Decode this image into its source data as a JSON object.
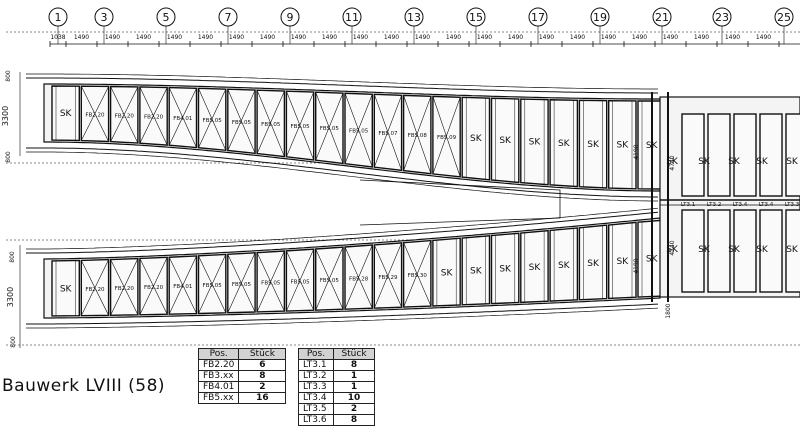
{
  "title": "Bauwerk LVIII (58)",
  "axes": [
    "1",
    "3",
    "5",
    "7",
    "9",
    "11",
    "13",
    "15",
    "17",
    "19",
    "21",
    "23",
    "25"
  ],
  "spacing": [
    "1038",
    "1490",
    "1490",
    "1490",
    "1490",
    "1490",
    "1490",
    "1490",
    "1490",
    "1490",
    "1490",
    "1490",
    "1490",
    "1490",
    "1490",
    "1490",
    "1490",
    "1490",
    "1490",
    "1490",
    "1490",
    "1490",
    "1490",
    "1490",
    "1490"
  ],
  "upper_labels": [
    "SK",
    "FB2.20",
    "FB2.20",
    "FB2.20",
    "FB4.01",
    "FB5.05",
    "FB5.05",
    "FB5.05",
    "FB5.05",
    "FB5.05",
    "FB5.05",
    "FB5.07",
    "FB5.08",
    "FB5.09",
    "SK",
    "SK",
    "SK",
    "SK",
    "SK",
    "SK",
    "SK"
  ],
  "lower_labels": [
    "SK",
    "FB2.20",
    "FB2.20",
    "FB2.20",
    "FB4.01",
    "FB5.05",
    "FB5.05",
    "FB5.05",
    "FB5.05",
    "FB5.05",
    "FB5.28",
    "FB5.29",
    "FB5.30",
    "SK",
    "SK",
    "SK",
    "SK",
    "SK",
    "SK",
    "SK",
    "SK"
  ],
  "right_labels": [
    "SK",
    "SK",
    "SK",
    "SK",
    "SK"
  ],
  "lt_labels": [
    "LT3.1",
    "LT3.2",
    "LT3.4",
    "LT3.4",
    "LT3.3"
  ],
  "dims": {
    "top_800": "800",
    "upper_3300": "3300",
    "mid_800": "800",
    "lower_800": "800",
    "lower_3300": "3300",
    "bottom_800": "800",
    "w4198_top": "4198",
    "w4740_top": "4740",
    "w4740_bot": "4740",
    "w4198_bot": "4198",
    "w1800": "1800"
  },
  "tables": {
    "fb": {
      "headers": [
        "Pos.",
        "Stück"
      ],
      "rows": [
        [
          "FB2.20",
          "6"
        ],
        [
          "FB3.xx",
          "8"
        ],
        [
          "FB4.01",
          "2"
        ],
        [
          "FB5.xx",
          "16"
        ]
      ]
    },
    "lt": {
      "headers": [
        "Pos.",
        "Stück"
      ],
      "rows": [
        [
          "LT3.1",
          "8"
        ],
        [
          "LT3.2",
          "1"
        ],
        [
          "LT3.3",
          "1"
        ],
        [
          "LT3.4",
          "10"
        ],
        [
          "LT3.5",
          "2"
        ],
        [
          "LT3.6",
          "8"
        ]
      ]
    }
  }
}
